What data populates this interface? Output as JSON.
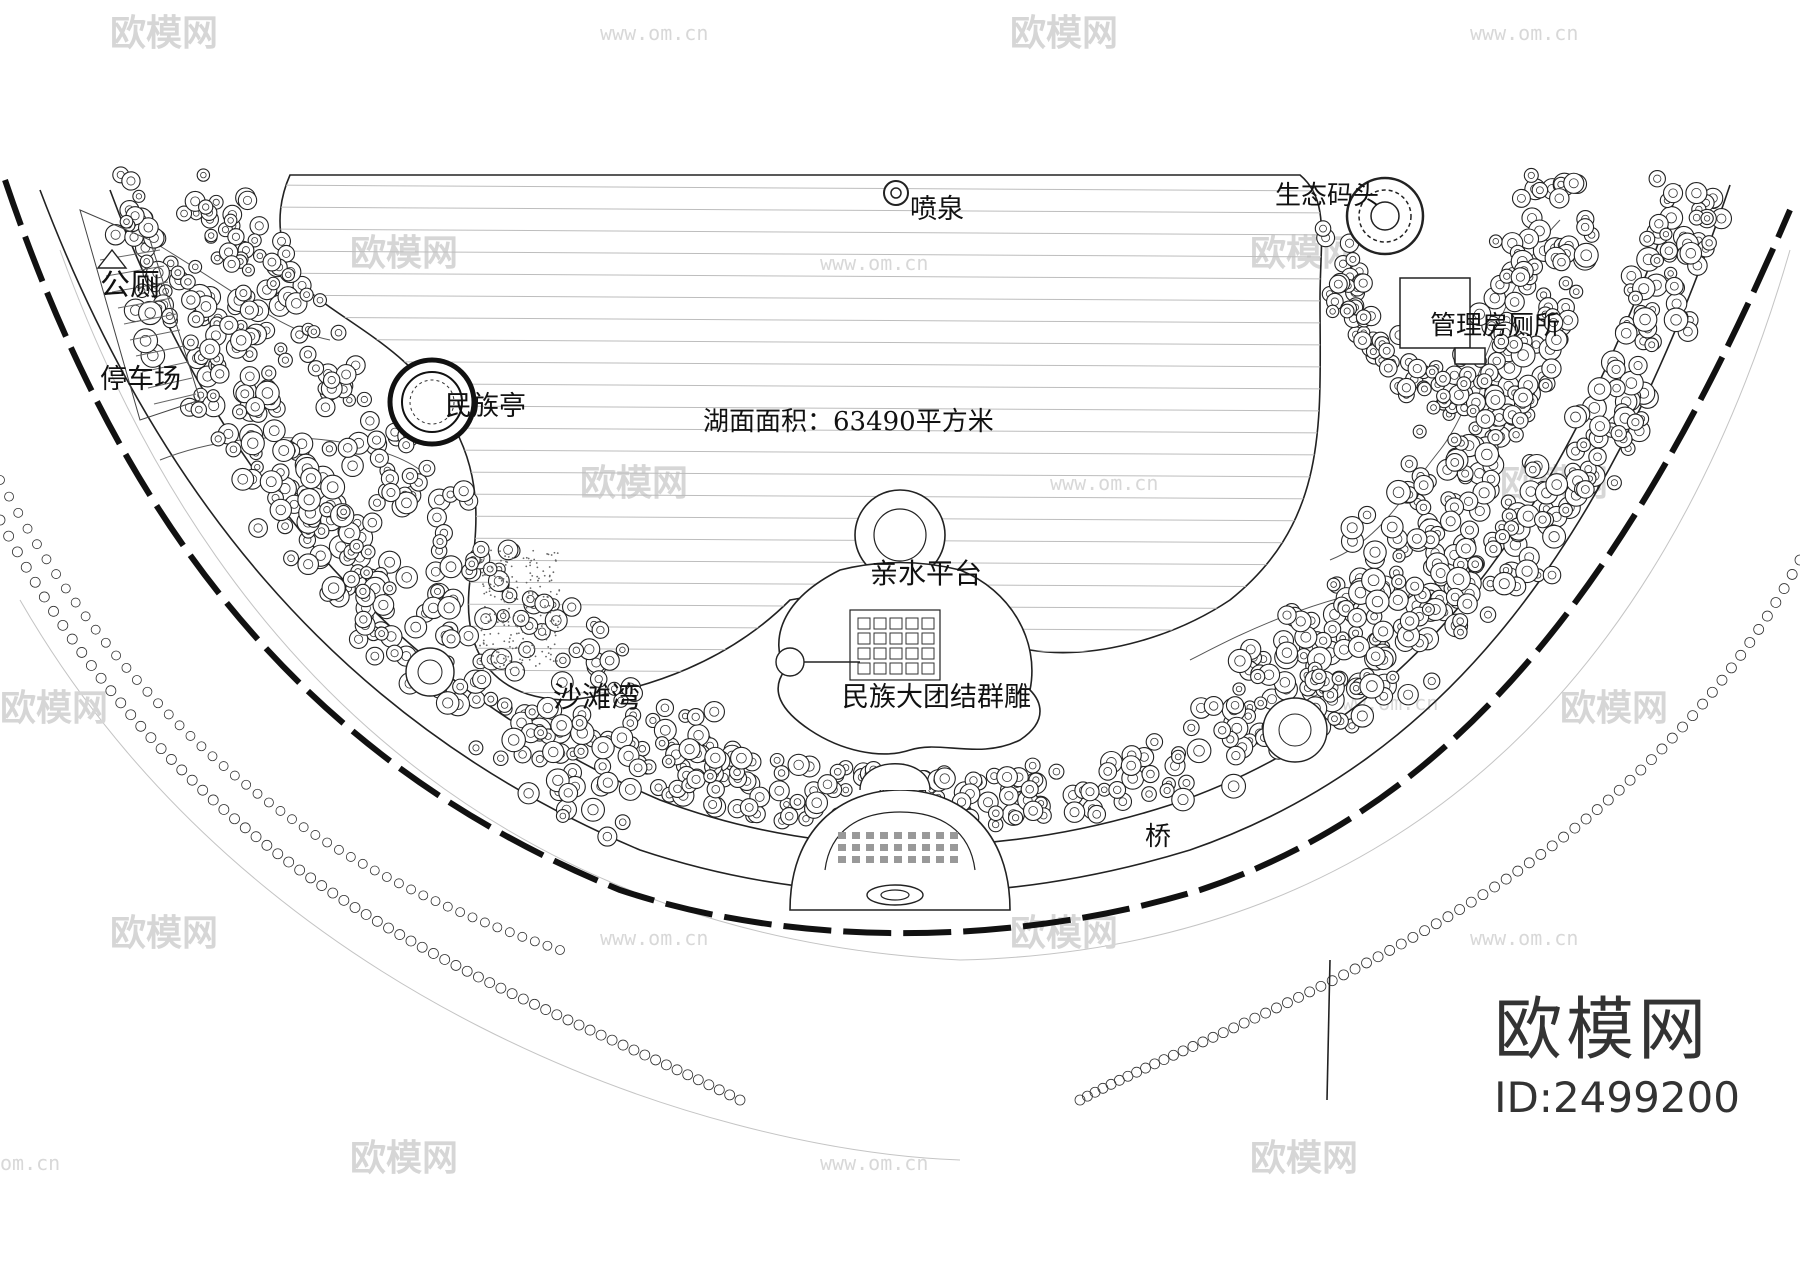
{
  "labels": {
    "fountain": "喷泉",
    "eco_pier": "生态码头",
    "toilet": "公厕",
    "parking": "停车场",
    "pavilion": "民族亭",
    "lake_area": "湖面面积：63490平方米",
    "mgmt_house": "管理房厕所",
    "waterfront_platform": "亲水平台",
    "sculpture": "民族大团结群雕",
    "beach_bay": "沙滩湾",
    "bridge": "桥"
  },
  "watermark": {
    "brand": "欧模网",
    "url": "www.om.cn",
    "url_short": "om.cn"
  },
  "brand": {
    "name": "欧模网",
    "id": "ID:2499200"
  }
}
